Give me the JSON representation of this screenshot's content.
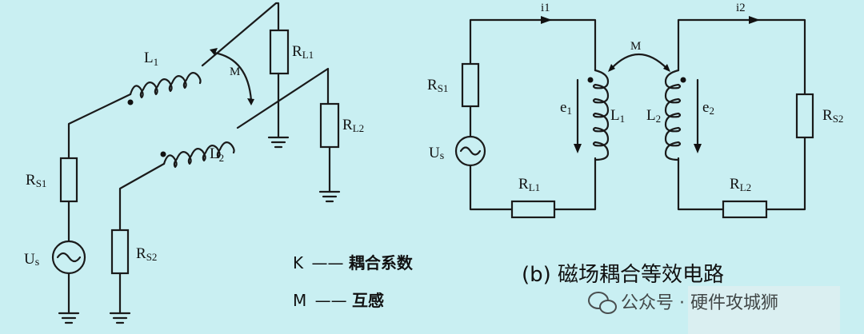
{
  "diagram_a": {
    "labels": {
      "L1": "L",
      "L1_sub": "1",
      "L2": "L",
      "L2_sub": "2",
      "M": "M",
      "RL1": "R",
      "RL1_sub": "L1",
      "RL2": "R",
      "RL2_sub": "L2",
      "RS1": "R",
      "RS1_sub": "S1",
      "RS2": "R",
      "RS2_sub": "S2",
      "Us": "U",
      "Us_sub": "s"
    },
    "legend": {
      "k_symbol": "K",
      "k_dash": "——",
      "k_text": "耦合系数",
      "m_symbol": "M",
      "m_dash": "——",
      "m_text": "互感"
    }
  },
  "diagram_b": {
    "caption": "(b) 磁场耦合等效电路",
    "labels": {
      "i1": "i1",
      "i2": "i2",
      "M": "M",
      "RS1": "R",
      "RS1_sub": "S1",
      "RS2": "R",
      "RS2_sub": "S2",
      "RL1": "R",
      "RL1_sub": "L1",
      "RL2": "R",
      "RL2_sub": "L2",
      "L1": "L",
      "L1_sub": "1",
      "L2": "L",
      "L2_sub": "2",
      "e1": "e",
      "e1_sub": "1",
      "e2": "e",
      "e2_sub": "2",
      "Us": "U",
      "Us_sub": "s"
    }
  },
  "watermark": {
    "text": "公众号 · 硬件攻城狮",
    "icon": "wechat-icon"
  },
  "colors": {
    "background": "#c9eff2",
    "line": "#1a1a1a"
  }
}
